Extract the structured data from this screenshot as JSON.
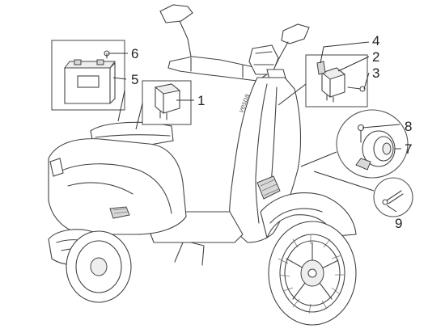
{
  "diagram": {
    "callouts": [
      "1",
      "2",
      "3",
      "4",
      "5",
      "6",
      "7",
      "8",
      "9"
    ]
  },
  "colors": {
    "line": "#444444",
    "shade": "#d8d8d8",
    "background": "#ffffff"
  }
}
